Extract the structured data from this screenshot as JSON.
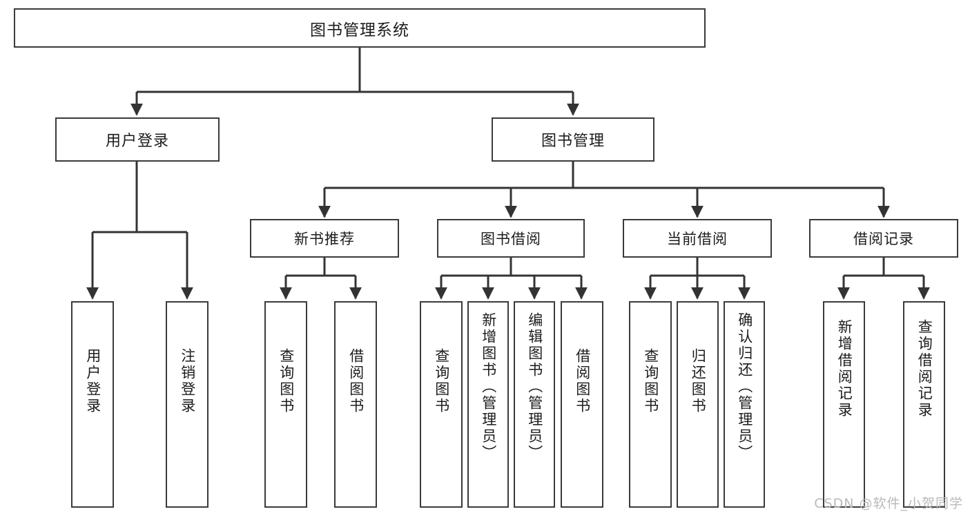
{
  "diagram": {
    "title": "图书管理系统",
    "type": "hierarchy-tree",
    "orientation": "top-down",
    "edge_style": "orthogonal-arrow",
    "colors": {
      "node_border": "#3a3a3a",
      "node_fill": "#ffffff",
      "edge": "#333333",
      "text": "#1c1c1c",
      "watermark": "#b9b9b9",
      "background": "#ffffff"
    },
    "root": {
      "label": "图书管理系统"
    },
    "level1": [
      {
        "id": "user-login",
        "label": "用户登录"
      },
      {
        "id": "book-manage",
        "label": "图书管理"
      }
    ],
    "level2": [
      {
        "id": "new-book-rec",
        "label": "新书推荐"
      },
      {
        "id": "book-borrow",
        "label": "图书借阅"
      },
      {
        "id": "current-borrow",
        "label": "当前借阅"
      },
      {
        "id": "borrow-record",
        "label": "借阅记录"
      }
    ],
    "leaves": {
      "user_login": [
        {
          "id": "leaf-user-login",
          "label": "用户登录"
        },
        {
          "id": "leaf-logout-login",
          "label": "注销登录"
        }
      ],
      "new_book_rec": [
        {
          "id": "leaf-query-book-1",
          "label": "查询图书"
        },
        {
          "id": "leaf-borrow-book-1",
          "label": "借阅图书"
        }
      ],
      "book_borrow": [
        {
          "id": "leaf-query-book-2",
          "label": "查询图书"
        },
        {
          "id": "leaf-add-book",
          "label": "新增图书（管理员）"
        },
        {
          "id": "leaf-edit-book",
          "label": "编辑图书（管理员）"
        },
        {
          "id": "leaf-borrow-book-2",
          "label": "借阅图书"
        }
      ],
      "current_borrow": [
        {
          "id": "leaf-query-book-3",
          "label": "查询图书"
        },
        {
          "id": "leaf-return-book",
          "label": "归还图书"
        },
        {
          "id": "leaf-confirm-return",
          "label": "确认归还（管理员）"
        }
      ],
      "borrow_record": [
        {
          "id": "leaf-add-record",
          "label": "新增借阅记录"
        },
        {
          "id": "leaf-query-record",
          "label": "查询借阅记录"
        }
      ]
    }
  },
  "watermark": {
    "text": "CSDN @软件_小贺同学"
  }
}
